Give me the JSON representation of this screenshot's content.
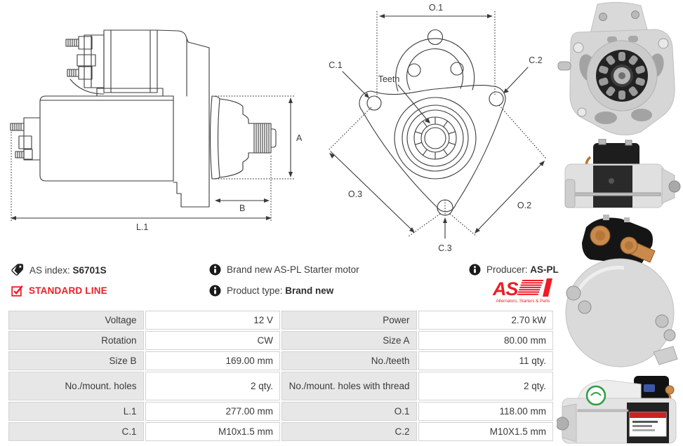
{
  "colors": {
    "accent_red": "#ee1c25",
    "line_color": "#3a3a3a",
    "table_label_bg": "#e7e7e7",
    "table_border": "#d3d3d3"
  },
  "icons": {
    "as_index": "tag-icon",
    "standard_line": "checkbox-checked-icon",
    "info": "info-icon"
  },
  "drawings": {
    "side_view": {
      "dim_a": "A",
      "dim_b": "B",
      "dim_l1": "L.1"
    },
    "front_view": {
      "dim_o1": "O.1",
      "dim_o2": "O.2",
      "dim_o3": "O.3",
      "c1": "C.1",
      "c2": "C.2",
      "c3": "C.3",
      "teeth": "Teeth"
    }
  },
  "info": {
    "as_index": {
      "label": "AS index: ",
      "value": "S6701S"
    },
    "standard_line": "STANDARD LINE",
    "brand_new": "Brand new AS-PL Starter motor",
    "product_type": {
      "label": "Product type: ",
      "value": "Brand new"
    },
    "producer": {
      "label": "Producer: ",
      "value": "AS-PL"
    },
    "logo": {
      "text": "AS",
      "subtext": "Alternators, Starters & Parts"
    }
  },
  "spec_table": {
    "rows": [
      {
        "label1": "Voltage",
        "value1": "12 V",
        "label2": "Power",
        "value2": "2.70 kW"
      },
      {
        "label1": "Rotation",
        "value1": "CW",
        "label2": "Size A",
        "value2": "80.00 mm"
      },
      {
        "label1": "Size B",
        "value1": "169.00 mm",
        "label2": "No./teeth",
        "value2": "11 qty."
      },
      {
        "label1": "No./mount. holes",
        "value1": "2 qty.",
        "label2": "No./mount. holes with thread",
        "value2": "2 qty."
      },
      {
        "label1": "L.1",
        "value1": "277.00 mm",
        "label2": "O.1",
        "value2": "118.00 mm"
      },
      {
        "label1": "C.1",
        "value1": "M10x1.5 mm",
        "label2": "C.2",
        "value2": "M10X1.5 mm"
      }
    ]
  }
}
